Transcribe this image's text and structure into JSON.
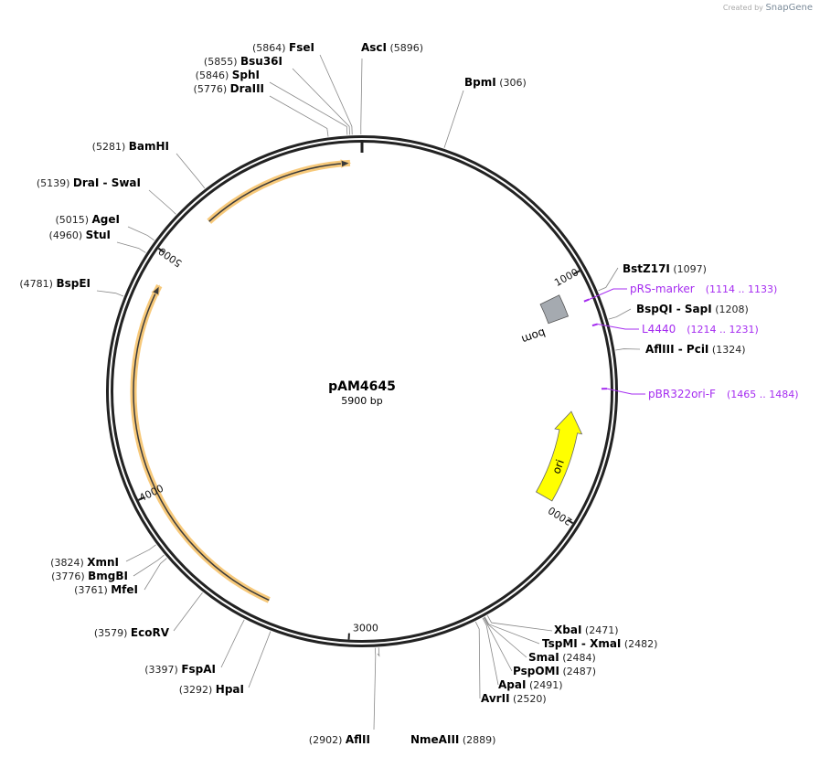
{
  "credit": {
    "prefix": "Created by",
    "brand": "SnapGene"
  },
  "plasmid": {
    "name": "pAM4645",
    "length_label": "5900 bp",
    "length": 5900
  },
  "ticks": [
    {
      "bp": 1000,
      "label": "1000"
    },
    {
      "bp": 2000,
      "label": "2000"
    },
    {
      "bp": 3000,
      "label": "3000"
    },
    {
      "bp": 4000,
      "label": "4000"
    },
    {
      "bp": 5000,
      "label": "5000"
    }
  ],
  "sites": [
    {
      "name": "FseI",
      "position": "(5864)",
      "bp": 5864
    },
    {
      "name": "Bsu36I",
      "position": "(5855)",
      "bp": 5855
    },
    {
      "name": "SphI",
      "position": "(5846)",
      "bp": 5846
    },
    {
      "name": "DraIII",
      "position": "(5776)",
      "bp": 5776
    },
    {
      "name": "BamHI",
      "position": "(5281)",
      "bp": 5281
    },
    {
      "name": "DraI  - SwaI",
      "position": "(5139)",
      "bp": 5139
    },
    {
      "name": "AgeI",
      "position": "(5015)",
      "bp": 5015
    },
    {
      "name": "StuI",
      "position": "(4960)",
      "bp": 4960
    },
    {
      "name": "BspEI",
      "position": "(4781)",
      "bp": 4781
    },
    {
      "name": "XmnI",
      "position": "(3824)",
      "bp": 3824
    },
    {
      "name": "BmgBI",
      "position": "(3776)",
      "bp": 3776
    },
    {
      "name": "MfeI",
      "position": "(3761)",
      "bp": 3761
    },
    {
      "name": "EcoRV",
      "position": "(3579)",
      "bp": 3579
    },
    {
      "name": "FspAI",
      "position": "(3397)",
      "bp": 3397
    },
    {
      "name": "HpaI",
      "position": "(3292)",
      "bp": 3292
    },
    {
      "name": "AflII",
      "position": "(2902)",
      "bp": 2902
    },
    {
      "name": "AscI",
      "position": "(5896)",
      "bp": 5896
    },
    {
      "name": "BpmI",
      "position": "(306)",
      "bp": 306
    },
    {
      "name": "BstZ17I",
      "position": "(1097)",
      "bp": 1097
    },
    {
      "name": "BspQI  - SapI",
      "position": "(1208)",
      "bp": 1208
    },
    {
      "name": "AflIII  - PciI",
      "position": "(1324)",
      "bp": 1324
    },
    {
      "name": "NmeAIII",
      "position": "(2889)",
      "bp": 2889
    },
    {
      "name": "XbaI",
      "position": "(2471)",
      "bp": 2471
    },
    {
      "name": "TspMI  - XmaI",
      "position": "(2482)",
      "bp": 2482
    },
    {
      "name": "SmaI",
      "position": "(2484)",
      "bp": 2484
    },
    {
      "name": "PspOMI",
      "position": "(2487)",
      "bp": 2487
    },
    {
      "name": "ApaI",
      "position": "(2491)",
      "bp": 2491
    },
    {
      "name": "AvrII",
      "position": "(2520)",
      "bp": 2520
    }
  ],
  "primers": [
    {
      "name": "pRS-marker",
      "range": "(1114 .. 1133)",
      "bp": 1114
    },
    {
      "name": "L4440",
      "range": "(1214 .. 1231)",
      "bp": 1214
    },
    {
      "name": "pBR322ori-F",
      "range": "(1465 .. 1484)",
      "bp": 1465
    }
  ],
  "features": [
    {
      "name": "bom",
      "color": "#a5aab0"
    },
    {
      "name": "ori",
      "color": "#ffff00"
    }
  ],
  "colors": {
    "backbone": "#222222",
    "primer": "#a52cf0",
    "orf": "#f7c97a",
    "site_line": "#888888"
  }
}
